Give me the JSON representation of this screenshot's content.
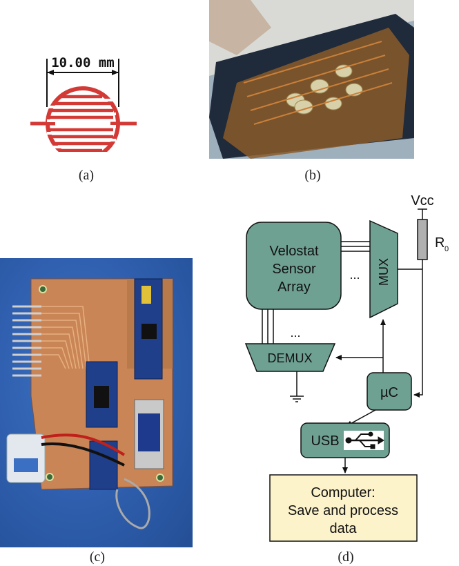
{
  "panel_a": {
    "dimension_label": "10.00 mm",
    "caption": "(a)"
  },
  "panel_b": {
    "caption": "(b)"
  },
  "panel_c": {
    "caption": "(c)"
  },
  "panel_d": {
    "caption": "(d)",
    "sensor_array_label_line1": "Velostat",
    "sensor_array_label_line2": "Sensor",
    "sensor_array_label_line3": "Array",
    "mux_label": "MUX",
    "demux_label": "DEMUX",
    "mcu_label": "µC",
    "usb_label": "USB",
    "vcc_label": "Vcc",
    "resistor_label": "R",
    "resistor_subscript": "0",
    "ellipsis_top": "...",
    "ellipsis_bottom": "...",
    "computer_line1": "Computer:",
    "computer_line2": "Save and process",
    "computer_line3": "data",
    "colors": {
      "block_fill": "#6fa193",
      "computer_fill": "#fcf3cb",
      "sensor_red": "#d33a36"
    }
  }
}
